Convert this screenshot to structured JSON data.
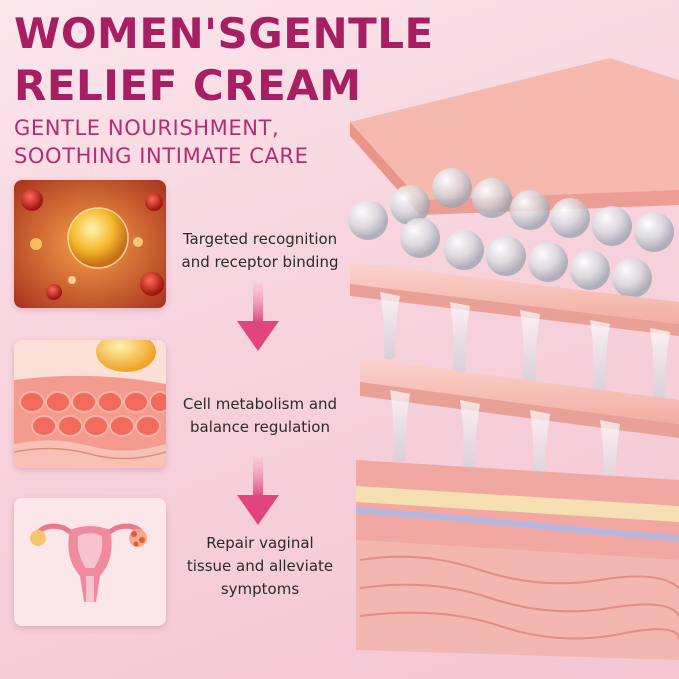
{
  "header": {
    "title_line1": "WOMEN'SGENTLE",
    "title_line2": "RELIEF CREAM",
    "subtitle_line1": "GENTLE NOURISHMENT,",
    "subtitle_line2": "SOOTHING INTIMATE CARE"
  },
  "steps": [
    {
      "line1": "Targeted recognition",
      "line2": "and receptor binding",
      "image": "golden-cell-particles"
    },
    {
      "line1": "Cell metabolism and",
      "line2": "balance regulation",
      "image": "tissue-cell-layer"
    },
    {
      "line1": "Repair vaginal",
      "line2": "tissue and alleviate",
      "line3": "symptoms",
      "image": "uterus-anatomy"
    }
  ],
  "colors": {
    "title": "#a61f63",
    "subtitle": "#b72c6e",
    "arrow": "#e0457e",
    "skin": "#f2b7b3"
  },
  "icons": {
    "arrow": "down-arrow-icon"
  }
}
